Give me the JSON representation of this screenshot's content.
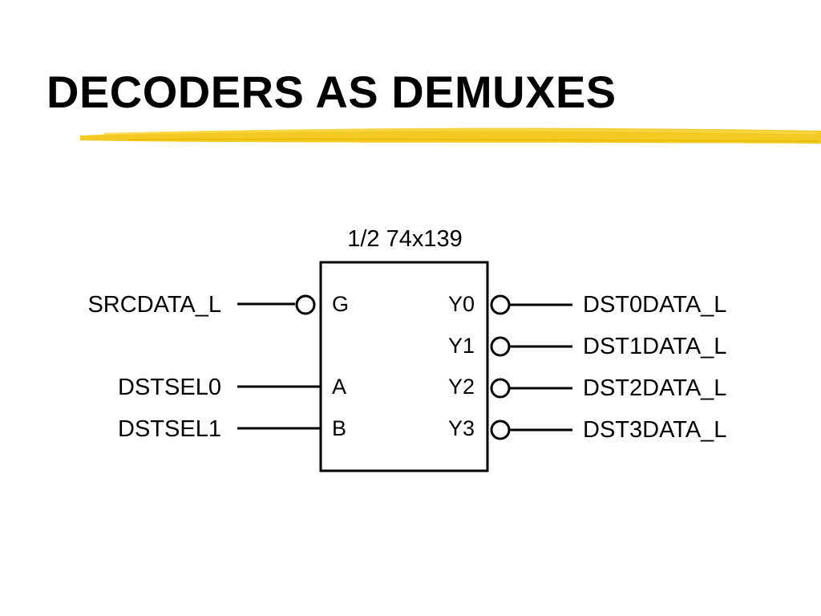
{
  "slide": {
    "title": "DECODERS AS DEMUXES"
  },
  "diagram": {
    "chip_label": "1/2 74x139",
    "inputs": [
      {
        "signal": "SRCDATA_L",
        "pin": "G",
        "inverted": true
      },
      {
        "signal": "DSTSEL0",
        "pin": "A",
        "inverted": false
      },
      {
        "signal": "DSTSEL1",
        "pin": "B",
        "inverted": false
      }
    ],
    "outputs": [
      {
        "pin": "Y0",
        "signal": "DST0DATA_L",
        "inverted": true
      },
      {
        "pin": "Y1",
        "signal": "DST1DATA_L",
        "inverted": true
      },
      {
        "pin": "Y2",
        "signal": "DST2DATA_L",
        "inverted": true
      },
      {
        "pin": "Y3",
        "signal": "DST3DATA_L",
        "inverted": true
      }
    ]
  },
  "colors": {
    "highlight": "#f2c40c",
    "ink": "#000000"
  }
}
